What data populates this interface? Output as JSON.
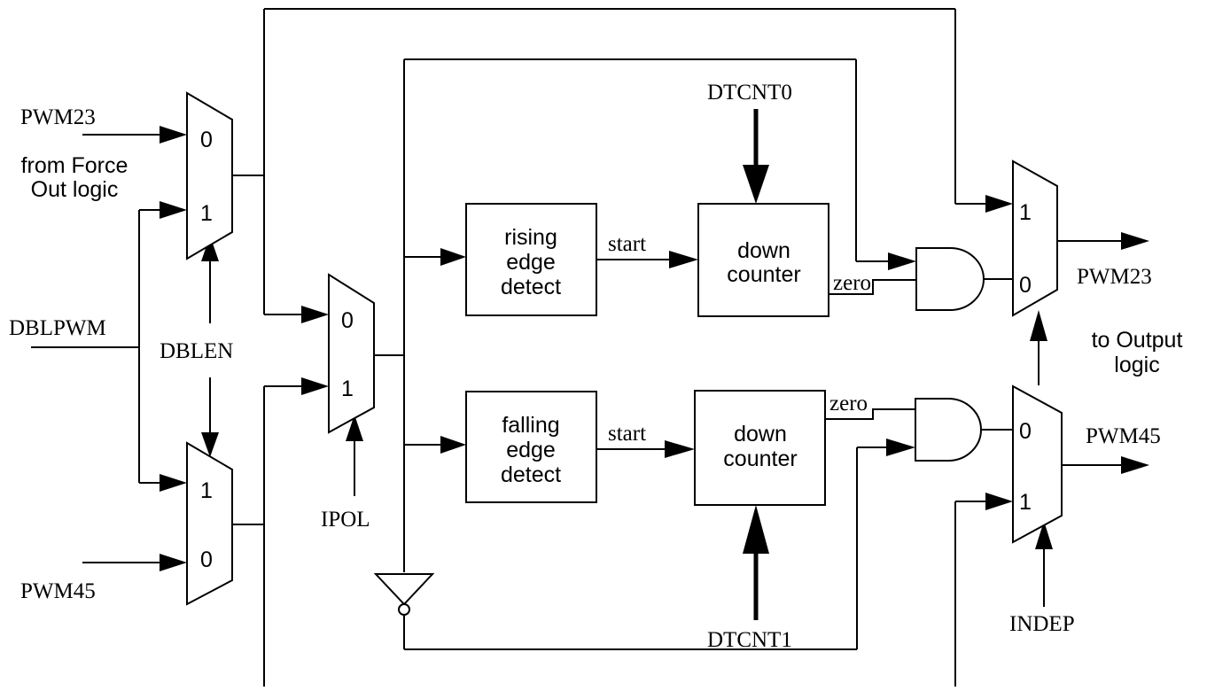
{
  "signals": {
    "pwm23_in": "PWM23",
    "pwm45_in": "PWM45",
    "force_out_note": [
      "from Force",
      "Out logic"
    ],
    "dblpwm": "DBLPWM",
    "dblen": "DBLEN",
    "ipol": "IPOL",
    "dtcnt0": "DTCNT0",
    "dtcnt1": "DTCNT1",
    "pwm23_out": "PWM23",
    "pwm45_out": "PWM45",
    "indep": "INDEP",
    "output_note": [
      "to Output",
      "logic"
    ],
    "start": "start",
    "zero": "zero"
  },
  "blocks": {
    "rising_edge": [
      "rising",
      "edge",
      "detect"
    ],
    "falling_edge": [
      "falling",
      "edge",
      "detect"
    ],
    "down_counter": [
      "down",
      "counter"
    ]
  },
  "mux_inputs": {
    "zero": "0",
    "one": "1"
  }
}
